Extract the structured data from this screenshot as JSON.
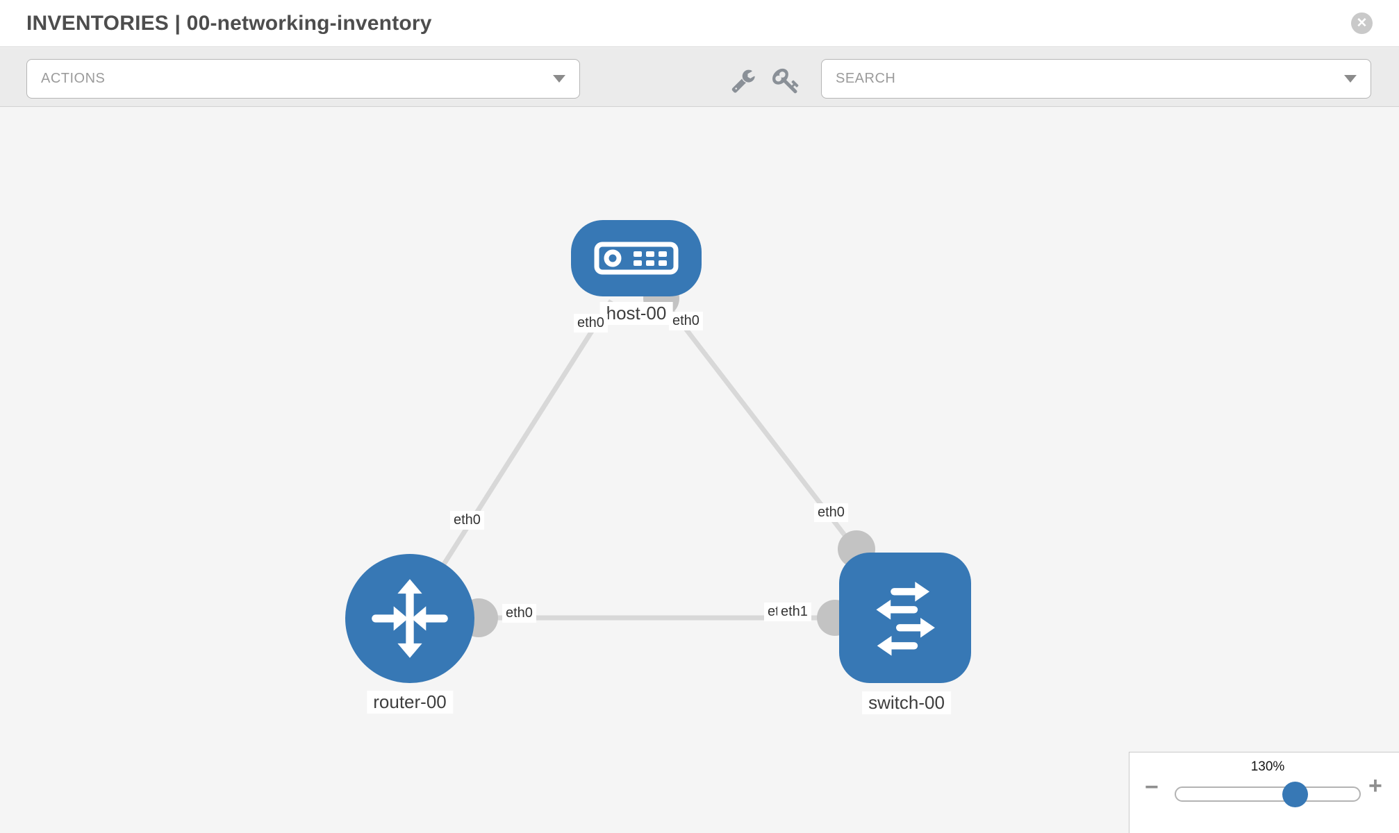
{
  "header": {
    "title": "INVENTORIES | 00-networking-inventory"
  },
  "toolbar": {
    "actions_label": "ACTIONS",
    "search_label": "SEARCH"
  },
  "icons": {
    "close": "✕",
    "minus": "−",
    "plus": "+"
  },
  "zoom_control": {
    "level": "130%"
  },
  "topology": {
    "nodes": [
      {
        "name": "host-00",
        "type": "host"
      },
      {
        "name": "router-00",
        "type": "router"
      },
      {
        "name": "switch-00",
        "type": "switch"
      }
    ],
    "links": [
      {
        "source": "host-00",
        "source_interface": "eth0",
        "target": "router-00",
        "target_interface": "eth0"
      },
      {
        "source": "host-00",
        "source_interface": "eth0",
        "target": "switch-00",
        "target_interface": "eth0"
      },
      {
        "source": "router-00",
        "source_interface": "eth0",
        "target": "switch-00",
        "target_interface": "eth1"
      }
    ]
  },
  "colors": {
    "node": "#3778b5",
    "edge": "#d8d8d8",
    "endpoint": "#c3c3c3"
  }
}
